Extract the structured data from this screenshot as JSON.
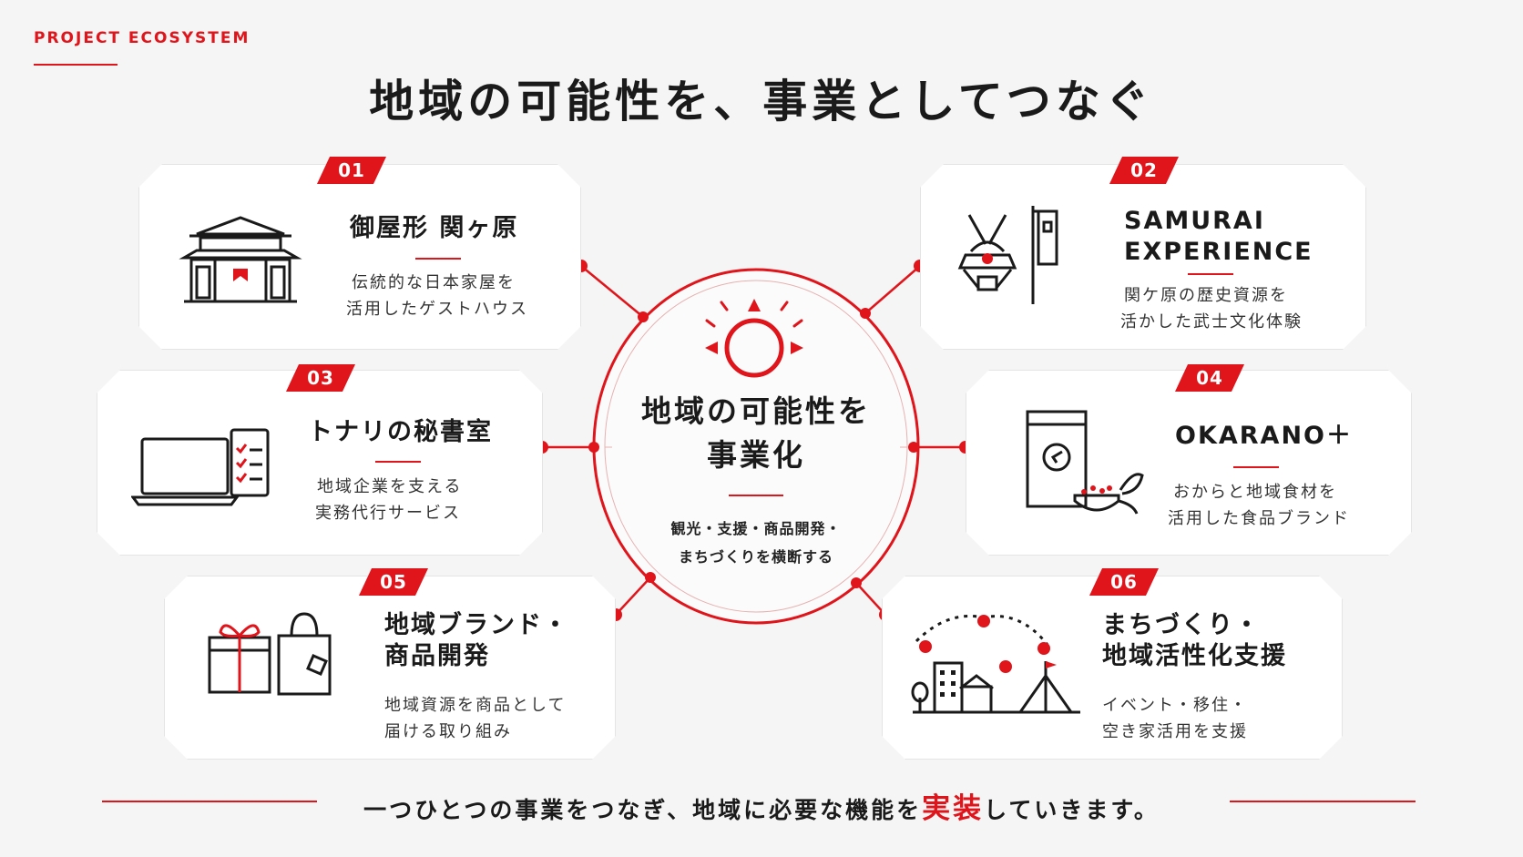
{
  "header": {
    "eyebrow": "PROJECT ECOSYSTEM",
    "title": "地域の可能性を、事業としてつなぐ"
  },
  "center": {
    "title_line1": "地域の可能性を",
    "title_line2": "事業化",
    "sub_line1": "観光・支援・商品開発・",
    "sub_line2": "まちづくりを横断する"
  },
  "projects": [
    {
      "num": "01",
      "title_line1": "御屋形 関ヶ原",
      "title_line2": "",
      "desc_line1": "伝統的な日本家屋を",
      "desc_line2": "活用したゲストハウス",
      "icon": "japanese-house-icon"
    },
    {
      "num": "02",
      "title_line1": "SAMURAI",
      "title_line2": "EXPERIENCE",
      "desc_line1": "関ケ原の歴史資源を",
      "desc_line2": "活かした武士文化体験",
      "icon": "samurai-helmet-icon"
    },
    {
      "num": "03",
      "title_line1": "トナリの秘書室",
      "title_line2": "",
      "desc_line1": "地域企業を支える",
      "desc_line2": "実務代行サービス",
      "icon": "laptop-checklist-icon"
    },
    {
      "num": "04",
      "title_line1": "OKARANO＋",
      "title_line2": "",
      "desc_line1": "おからと地域食材を",
      "desc_line2": "活用した食品ブランド",
      "icon": "food-package-icon"
    },
    {
      "num": "05",
      "title_line1": "地域ブランド・",
      "title_line2": "商品開発",
      "desc_line1": "地域資源を商品として",
      "desc_line2": "届ける取り組み",
      "icon": "gift-bag-icon"
    },
    {
      "num": "06",
      "title_line1": "まちづくり・",
      "title_line2": "地域活性化支援",
      "desc_line1": "イベント・移住・",
      "desc_line2": "空き家活用を支援",
      "icon": "town-icon"
    }
  ],
  "footer": {
    "before": "一つひとつの事業をつなぎ、地域に必要な機能を",
    "accent": "実装",
    "after": "していきます。"
  },
  "colors": {
    "accent": "#e0151b",
    "text": "#1a1a1a",
    "background": "#f5f5f5"
  }
}
